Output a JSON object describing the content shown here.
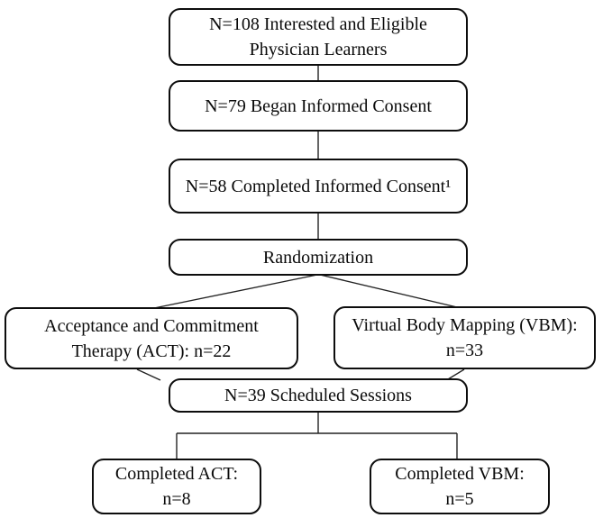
{
  "figure": {
    "type": "flowchart",
    "colors": {
      "background": "#ffffff",
      "box_border": "#0d0d0d",
      "line": "#222222",
      "text": "#0a0a0a"
    },
    "nodes": {
      "eligible": {
        "lines": [
          "N=108 Interested and Eligible",
          "Physician Learners"
        ]
      },
      "began_consent": {
        "lines": [
          "N=79 Began Informed Consent"
        ]
      },
      "completed_consent": {
        "lines": [
          "N=58 Completed Informed Consent¹"
        ]
      },
      "randomization": {
        "lines": [
          "Randomization"
        ]
      },
      "act_arm": {
        "lines": [
          "Acceptance and Commitment",
          "Therapy (ACT): n=22"
        ]
      },
      "vbm_arm": {
        "lines": [
          "Virtual Body Mapping (VBM):",
          "n=33"
        ]
      },
      "scheduled": {
        "lines": [
          "N=39 Scheduled Sessions"
        ]
      },
      "completed_act": {
        "lines": [
          "Completed ACT:",
          "n=8"
        ]
      },
      "completed_vbm": {
        "lines": [
          "Completed VBM:",
          "n=5"
        ]
      }
    },
    "edges": [
      {
        "from": "eligible",
        "to": "began_consent"
      },
      {
        "from": "began_consent",
        "to": "completed_consent"
      },
      {
        "from": "completed_consent",
        "to": "randomization"
      },
      {
        "from": "randomization",
        "to": "act_arm"
      },
      {
        "from": "randomization",
        "to": "vbm_arm"
      },
      {
        "from": "act_arm",
        "to": "scheduled"
      },
      {
        "from": "vbm_arm",
        "to": "scheduled"
      },
      {
        "from": "scheduled",
        "to": "completed_act"
      },
      {
        "from": "scheduled",
        "to": "completed_vbm"
      }
    ]
  }
}
